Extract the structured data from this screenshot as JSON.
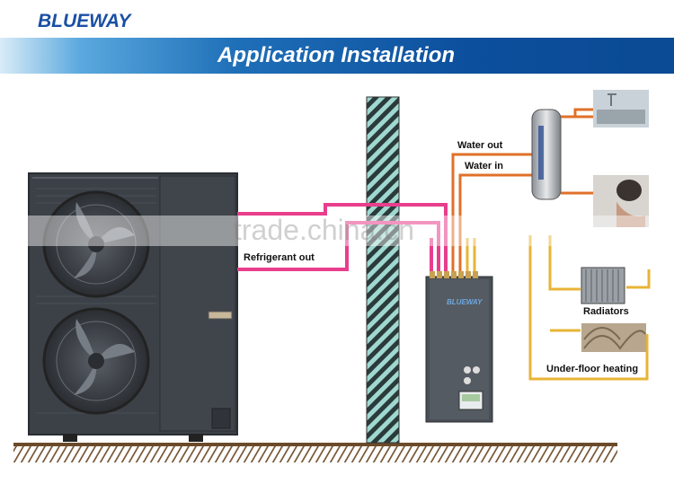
{
  "brand": {
    "logo_text": "BLUEWAY"
  },
  "header": {
    "title": "Application Installation"
  },
  "labels": {
    "water_out": "Water out",
    "water_in": "Water in",
    "refrigerant_out": "Refrigerant out",
    "radiators": "Radiators",
    "underfloor": "Under-floor heating"
  },
  "watermark": "trade.china.cn",
  "colors": {
    "refrigerant_pipe": "#e83e8c",
    "water_pipe": "#e0702a",
    "heating_pipe": "#e8b437",
    "banner": "#0b4a94"
  }
}
